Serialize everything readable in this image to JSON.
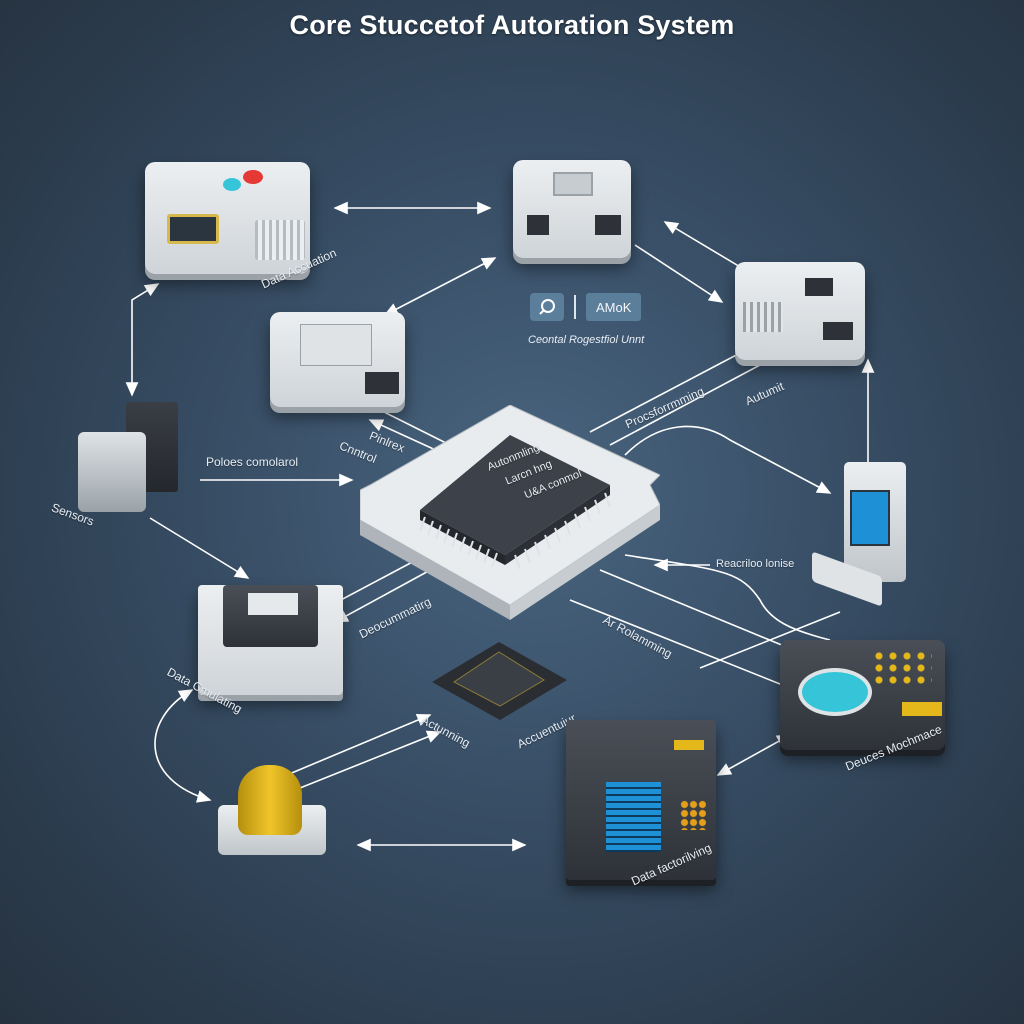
{
  "title": "Core Stuccetof Autoration System",
  "colors": {
    "background": "#34495f",
    "line": "#ffffff",
    "device_light": "#dfe3e6",
    "device_dark": "#33373d",
    "accent_red": "#e53935",
    "accent_cyan": "#36c5d8",
    "accent_yellow": "#e4b81a",
    "screen_blue": "#1e90d6"
  },
  "central_unit": {
    "chip_lines": [
      "Autonmling",
      "Larcn hng",
      "U&A conmol"
    ]
  },
  "control_panel": {
    "search_icon": "search-icon",
    "button_label": "AMoK",
    "caption": "Ceontal Rogestfiol Unnt"
  },
  "labels": {
    "data_accuation": "Data Accuation",
    "sensors": "Sensors",
    "process_control": "Poloes comolarol",
    "pinlrex": "Pinlrex",
    "control": "Cnntrol",
    "processforming": "Procsforrmming",
    "autumit": "Autumit",
    "reactive_lonise": "Reacriloo lonise",
    "ai_rolamming": "Ar Rolamming",
    "documentation": "Deocummatirg",
    "data_cmulating": "Data Cmulating",
    "accounting": "Actunning",
    "accuentuiur": "Accuentuiur",
    "device_mochmace": "Deuces Mochmace",
    "data_factoring": "Data factorilving"
  },
  "devices": [
    {
      "id": "data-acquisition-module",
      "label_key": "data_accuation"
    },
    {
      "id": "network-hub",
      "label_key": null
    },
    {
      "id": "autumit-module",
      "label_key": "autumit"
    },
    {
      "id": "pinlrex-controller",
      "label_key": "pinlrex"
    },
    {
      "id": "sensor-unit",
      "label_key": "sensors"
    },
    {
      "id": "terminal-computer",
      "label_key": null
    },
    {
      "id": "processor-chip-board",
      "label_key": "central_unit"
    },
    {
      "id": "data-cmulating-module",
      "label_key": "data_cmulating"
    },
    {
      "id": "accounting-chip",
      "label_key": "accuentuiur"
    },
    {
      "id": "device-machine",
      "label_key": "device_mochmace"
    },
    {
      "id": "yellow-knob-actuator",
      "label_key": null
    },
    {
      "id": "data-server-rack",
      "label_key": "data_factoring"
    }
  ]
}
